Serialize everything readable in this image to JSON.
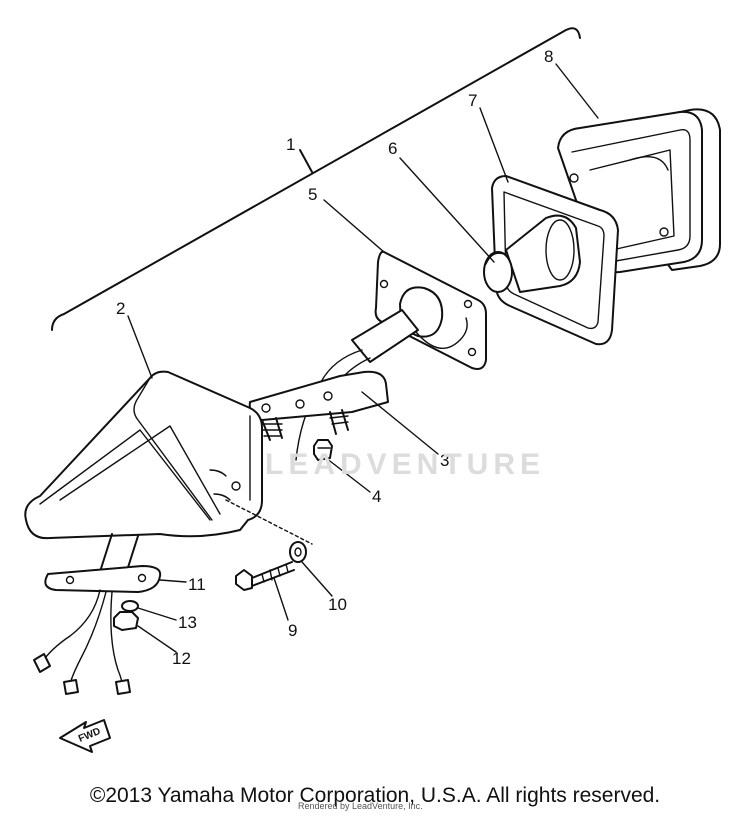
{
  "callouts": [
    {
      "id": "1",
      "label": "1"
    },
    {
      "id": "2",
      "label": "2"
    },
    {
      "id": "3",
      "label": "3"
    },
    {
      "id": "4",
      "label": "4"
    },
    {
      "id": "5",
      "label": "5"
    },
    {
      "id": "6",
      "label": "6"
    },
    {
      "id": "7",
      "label": "7"
    },
    {
      "id": "8",
      "label": "8"
    },
    {
      "id": "9",
      "label": "9"
    },
    {
      "id": "10",
      "label": "10"
    },
    {
      "id": "11",
      "label": "11"
    },
    {
      "id": "12",
      "label": "12"
    },
    {
      "id": "13",
      "label": "13"
    }
  ],
  "fwd_label": "FWD",
  "watermark": "LEADVENTURE",
  "copyright": "©2013 Yamaha Motor Corporation, U.S.A. All rights reserved.",
  "rendered_by": "Rendered by LeadVenture, Inc."
}
